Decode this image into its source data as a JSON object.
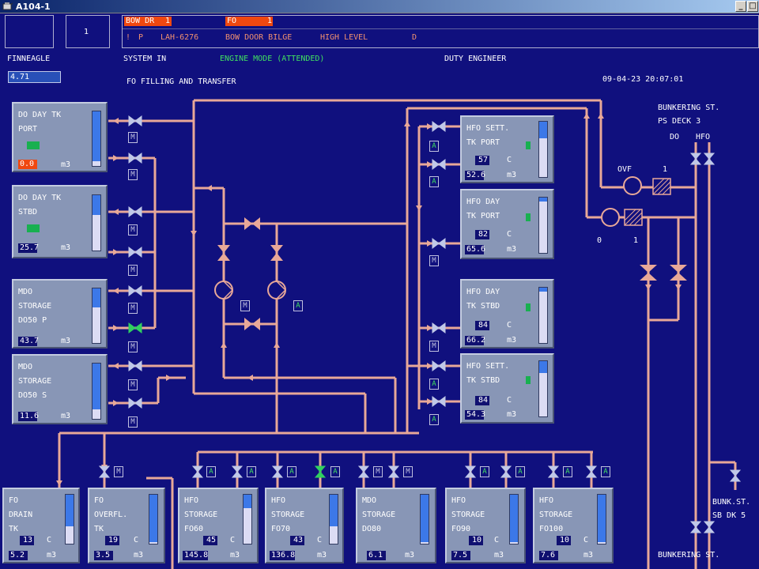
{
  "window": {
    "title": "A104-1",
    "btn_min": "_",
    "btn_close": "□"
  },
  "header": {
    "page_no": "1",
    "alarm1_tag": "BOW DR",
    "alarm1_count": "1",
    "alarm2_tag": "FO",
    "alarm2_count": "1",
    "alarm_mark": "!",
    "alarm_prio": "P",
    "alarm_id": "LAH-6276",
    "alarm_desc": "BOW DOOR BILGE",
    "alarm_level": "HIGH LEVEL",
    "alarm_state": "D"
  },
  "info": {
    "vessel": "FINNEAGLE",
    "system": "SYSTEM IN",
    "engine_mode": "ENGINE MODE (ATTENDED)",
    "duty": "DUTY ENGINEER",
    "field_value": "4.71",
    "page_title": "FO FILLING AND TRANSFER",
    "datetime": "09-04-23 20:07:01"
  },
  "labels": {
    "bunk_ps": "BUNKERING ST.",
    "bunk_ps2": "PS DECK 3",
    "do": "DO",
    "hfo": "HFO",
    "ovf": "OVF",
    "one_a": "1",
    "zero": "0",
    "one_b": "1",
    "bunk_sb": "BUNK.ST.",
    "bunk_sb2": "SB DK 5",
    "bunk_bottom": "BUNKERING ST."
  },
  "modes": {
    "m": "M",
    "a": "A"
  },
  "colors": {
    "background": "#10107e",
    "pipe": "#e8a898",
    "tank": "#8896b6",
    "level_fill": "#3c78e8",
    "alarm": "#f04810",
    "indicator": "#18b050"
  },
  "tanks": {
    "do_day_port": {
      "label": "DO DAY TK\nPORT",
      "value": "0.0",
      "unit": "m3",
      "level": 0.92
    },
    "do_day_stbd": {
      "label": "DO DAY TK\nSTBD",
      "value": "25.7",
      "unit": "m3",
      "level": 0.35
    },
    "mdo_p": {
      "label": "MDO\nSTORAGE\nDO50 P",
      "value": "43.7",
      "unit": "m3",
      "level": 0.35
    },
    "mdo_s": {
      "label": "MDO\nSTORAGE\nDO50 S",
      "value": "11.6",
      "unit": "m3",
      "level": 0.83
    },
    "hfo_sett_port": {
      "label": "HFO SETT.\nTK PORT",
      "temp": "57",
      "temp_unit": "C",
      "value": "52.6",
      "unit": "m3",
      "level": 0.3
    },
    "hfo_day_port": {
      "label": "HFO DAY\nTK PORT",
      "temp": "82",
      "temp_unit": "C",
      "value": "65.6",
      "unit": "m3",
      "level": 0.07
    },
    "hfo_day_stbd": {
      "label": "HFO DAY\nTK STBD",
      "temp": "84",
      "temp_unit": "C",
      "value": "66.2",
      "unit": "m3",
      "level": 0.07
    },
    "hfo_sett_stbd": {
      "label": "HFO SETT.\nTK STBD",
      "temp": "84",
      "temp_unit": "C",
      "value": "54.3",
      "unit": "m3",
      "level": 0.22
    },
    "fo_drain": {
      "label": "FO\nDRAIN\nTK",
      "temp": "13",
      "temp_unit": "C",
      "value": "5.2",
      "unit": "m3",
      "level": 0.65
    },
    "fo_overfl": {
      "label": "FO\nOVERFL.\nTK",
      "temp": "19",
      "temp_unit": "C",
      "value": "3.5",
      "unit": "m3",
      "level": 0.97
    },
    "hfo_f060": {
      "label": "HFO\nSTORAGE\nFO60",
      "temp": "45",
      "temp_unit": "C",
      "value": "145.8",
      "unit": "m3",
      "level": 0.28
    },
    "hfo_f070": {
      "label": "HFO\nSTORAGE\nFO70",
      "temp": "43",
      "temp_unit": "C",
      "value": "136.8",
      "unit": "m3",
      "level": 0.65
    },
    "mdo_d080": {
      "label": "MDO\nSTORAGE\nDO80",
      "value": "6.1",
      "unit": "m3",
      "level": 0.97
    },
    "hfo_f090": {
      "label": "HFO\nSTORAGE\nFO90",
      "temp": "10",
      "temp_unit": "C",
      "value": "7.5",
      "unit": "m3",
      "level": 0.97
    },
    "hfo_f0100": {
      "label": "HFO\nSTORAGE\nFO100",
      "temp": "10",
      "temp_unit": "C",
      "value": "7.6",
      "unit": "m3",
      "level": 0.97
    }
  }
}
